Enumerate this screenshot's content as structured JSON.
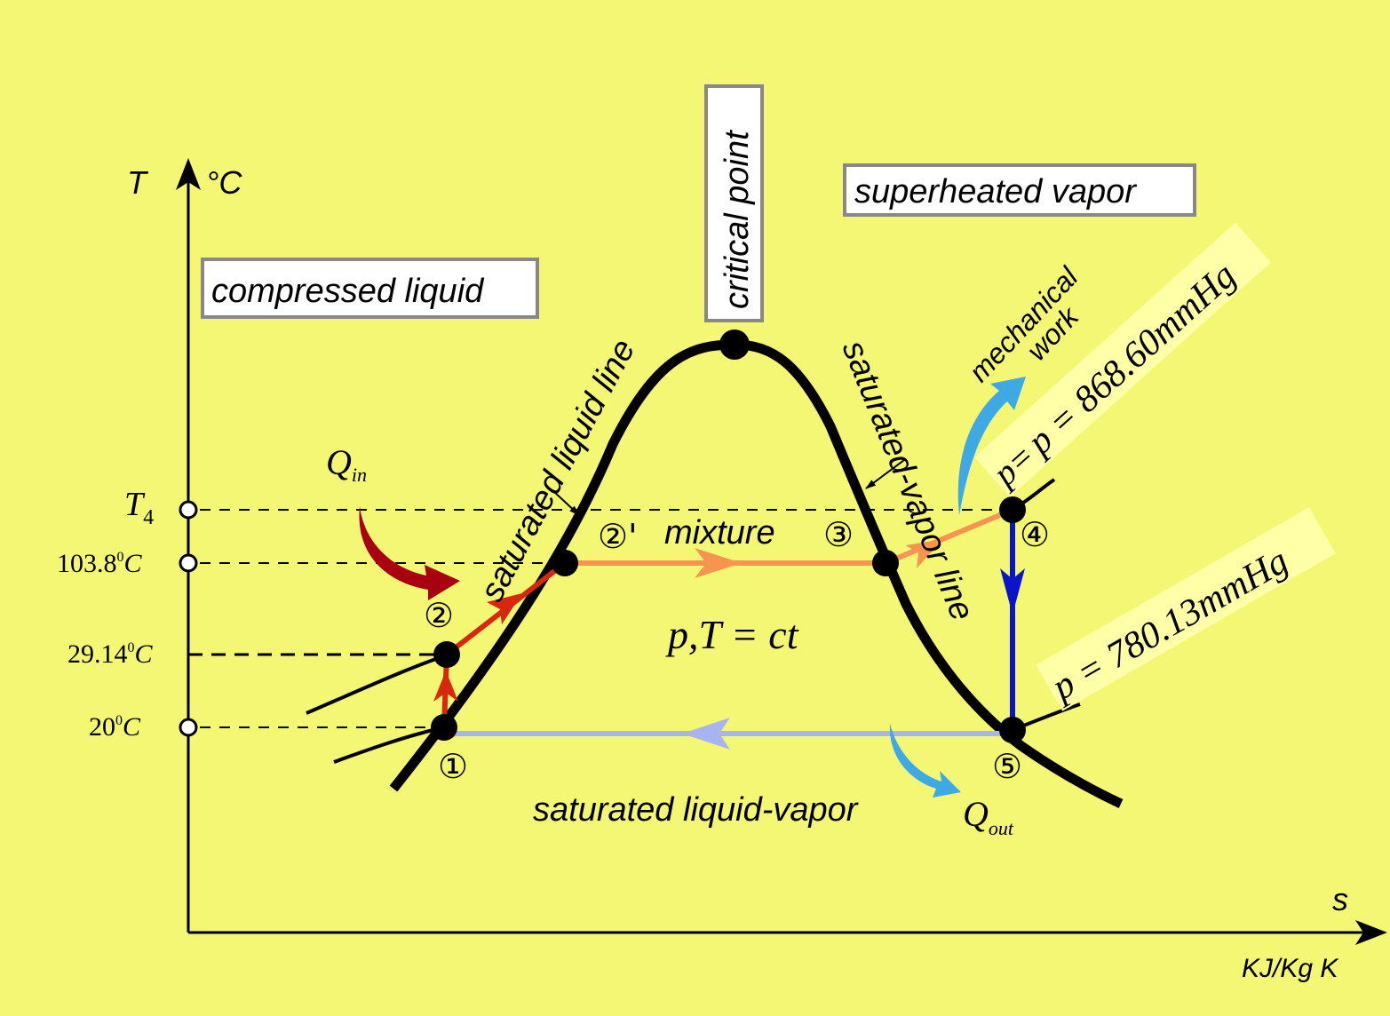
{
  "axes": {
    "y_symbol": "T",
    "y_unit": "°C",
    "x_symbol": "s",
    "x_unit": "KJ/Kg K"
  },
  "temperature_ticks": [
    {
      "prefix": "T",
      "sub": "4",
      "sup": "",
      "suffix": ""
    },
    {
      "prefix": "103.8",
      "sub": "",
      "sup": "0",
      "suffix": "C"
    },
    {
      "prefix": "29.14",
      "sub": "",
      "sup": "0",
      "suffix": "C"
    },
    {
      "prefix": "20",
      "sub": "",
      "sup": "0",
      "suffix": "C"
    }
  ],
  "region_labels": {
    "compressed_liquid": "compressed liquid",
    "superheated_vapor": "superheated vapor",
    "critical_point": "critical point"
  },
  "curve_labels": {
    "saturated_liquid_line": "saturated liquid line",
    "saturated_vapor_line": "saturated-vapor line",
    "mixture": "mixture",
    "saturated_liquid_vapor": "saturated liquid-vapor",
    "isobaric_note": "p,T = ct"
  },
  "state_points": [
    "①",
    "②",
    "②'",
    "③",
    "④",
    "⑤"
  ],
  "heat": {
    "q_in_main": "Q",
    "q_in_sub": "in",
    "q_out_main": "Q",
    "q_out_sub": "out",
    "mechanical_work_1": "mechanical",
    "mechanical_work_2": "work"
  },
  "pressures": {
    "high_prefix": "p=",
    "high": "p = 868.60mmHg",
    "low": "p = 780.13mmHg"
  },
  "colors": {
    "background": "#f3f774",
    "dome": "#000000",
    "heating_path": "#d8270f",
    "evaporation_path": "#f7944f",
    "expansion_path": "#0a14c8",
    "condensation_path": "#a9b4ee",
    "q_in_arrow": "#a80010",
    "blue_arrows": "#3fa9e6"
  }
}
